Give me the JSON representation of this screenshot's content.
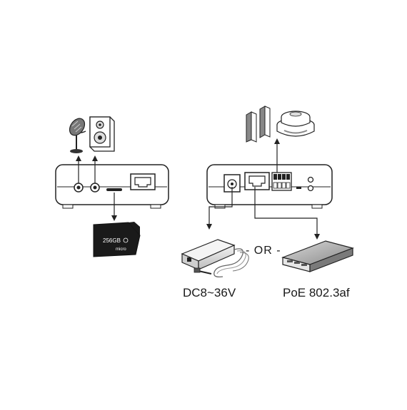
{
  "labels": {
    "power_adapter": "DC8~36V",
    "poe_switch": "PoE 802.3af",
    "separator": "- OR -"
  },
  "sd_card": {
    "capacity": "256GB"
  },
  "colors": {
    "line": "#222222",
    "device_fill": "#ffffff",
    "dark": "#111111",
    "gray": "#9a9a9a"
  }
}
